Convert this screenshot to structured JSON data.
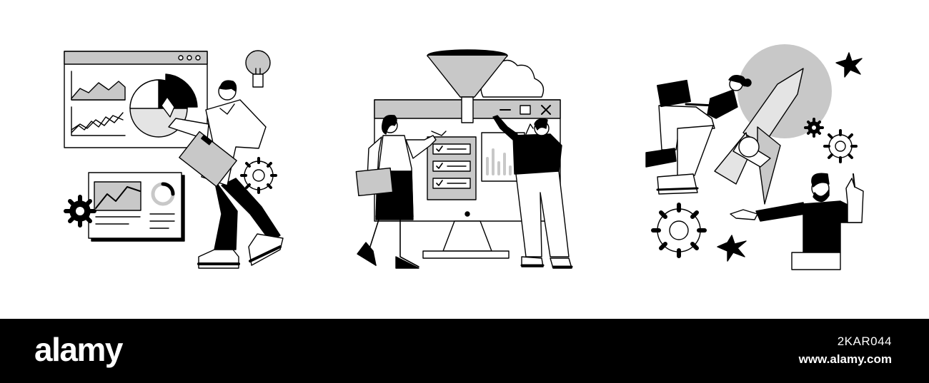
{
  "watermark": {
    "brand": "alamy",
    "image_id": "2KAR044",
    "url": "www.alamy.com"
  },
  "colors": {
    "ink": "#000000",
    "paper": "#ffffff",
    "grey": "#c8c8c8",
    "light_grey": "#e4e4e4"
  },
  "scenes": [
    {
      "name": "data-analytics-scene"
    },
    {
      "name": "data-funnel-scene"
    },
    {
      "name": "startup-launch-scene"
    }
  ]
}
